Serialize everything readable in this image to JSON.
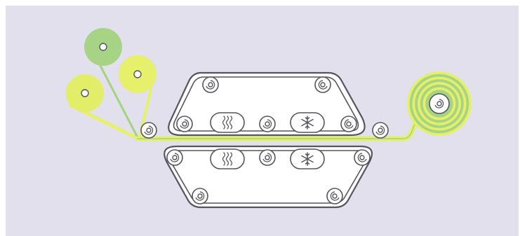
{
  "diagram": {
    "type": "lamination-process-schematic",
    "supply_rolls": [
      {
        "id": "left",
        "color": "#e2ee67"
      },
      {
        "id": "top",
        "color": "#a6d384"
      },
      {
        "id": "right",
        "color": "#e6f06b"
      }
    ],
    "film_colors": {
      "merged": "#e4ef6a",
      "green": "#a5d383",
      "yellow": "#e6f06b"
    },
    "colors": {
      "background": "#e2e0ec",
      "outline": "#55555f",
      "wound_roll_yellow": "#e4ef6a",
      "wound_roll_green": "#a6d384"
    },
    "stations": [
      {
        "name": "heating-unit",
        "icon": "heat-waves-icon"
      },
      {
        "name": "cooling-unit",
        "icon": "snowflake-icon"
      }
    ],
    "wound_roll_layers": 8
  }
}
